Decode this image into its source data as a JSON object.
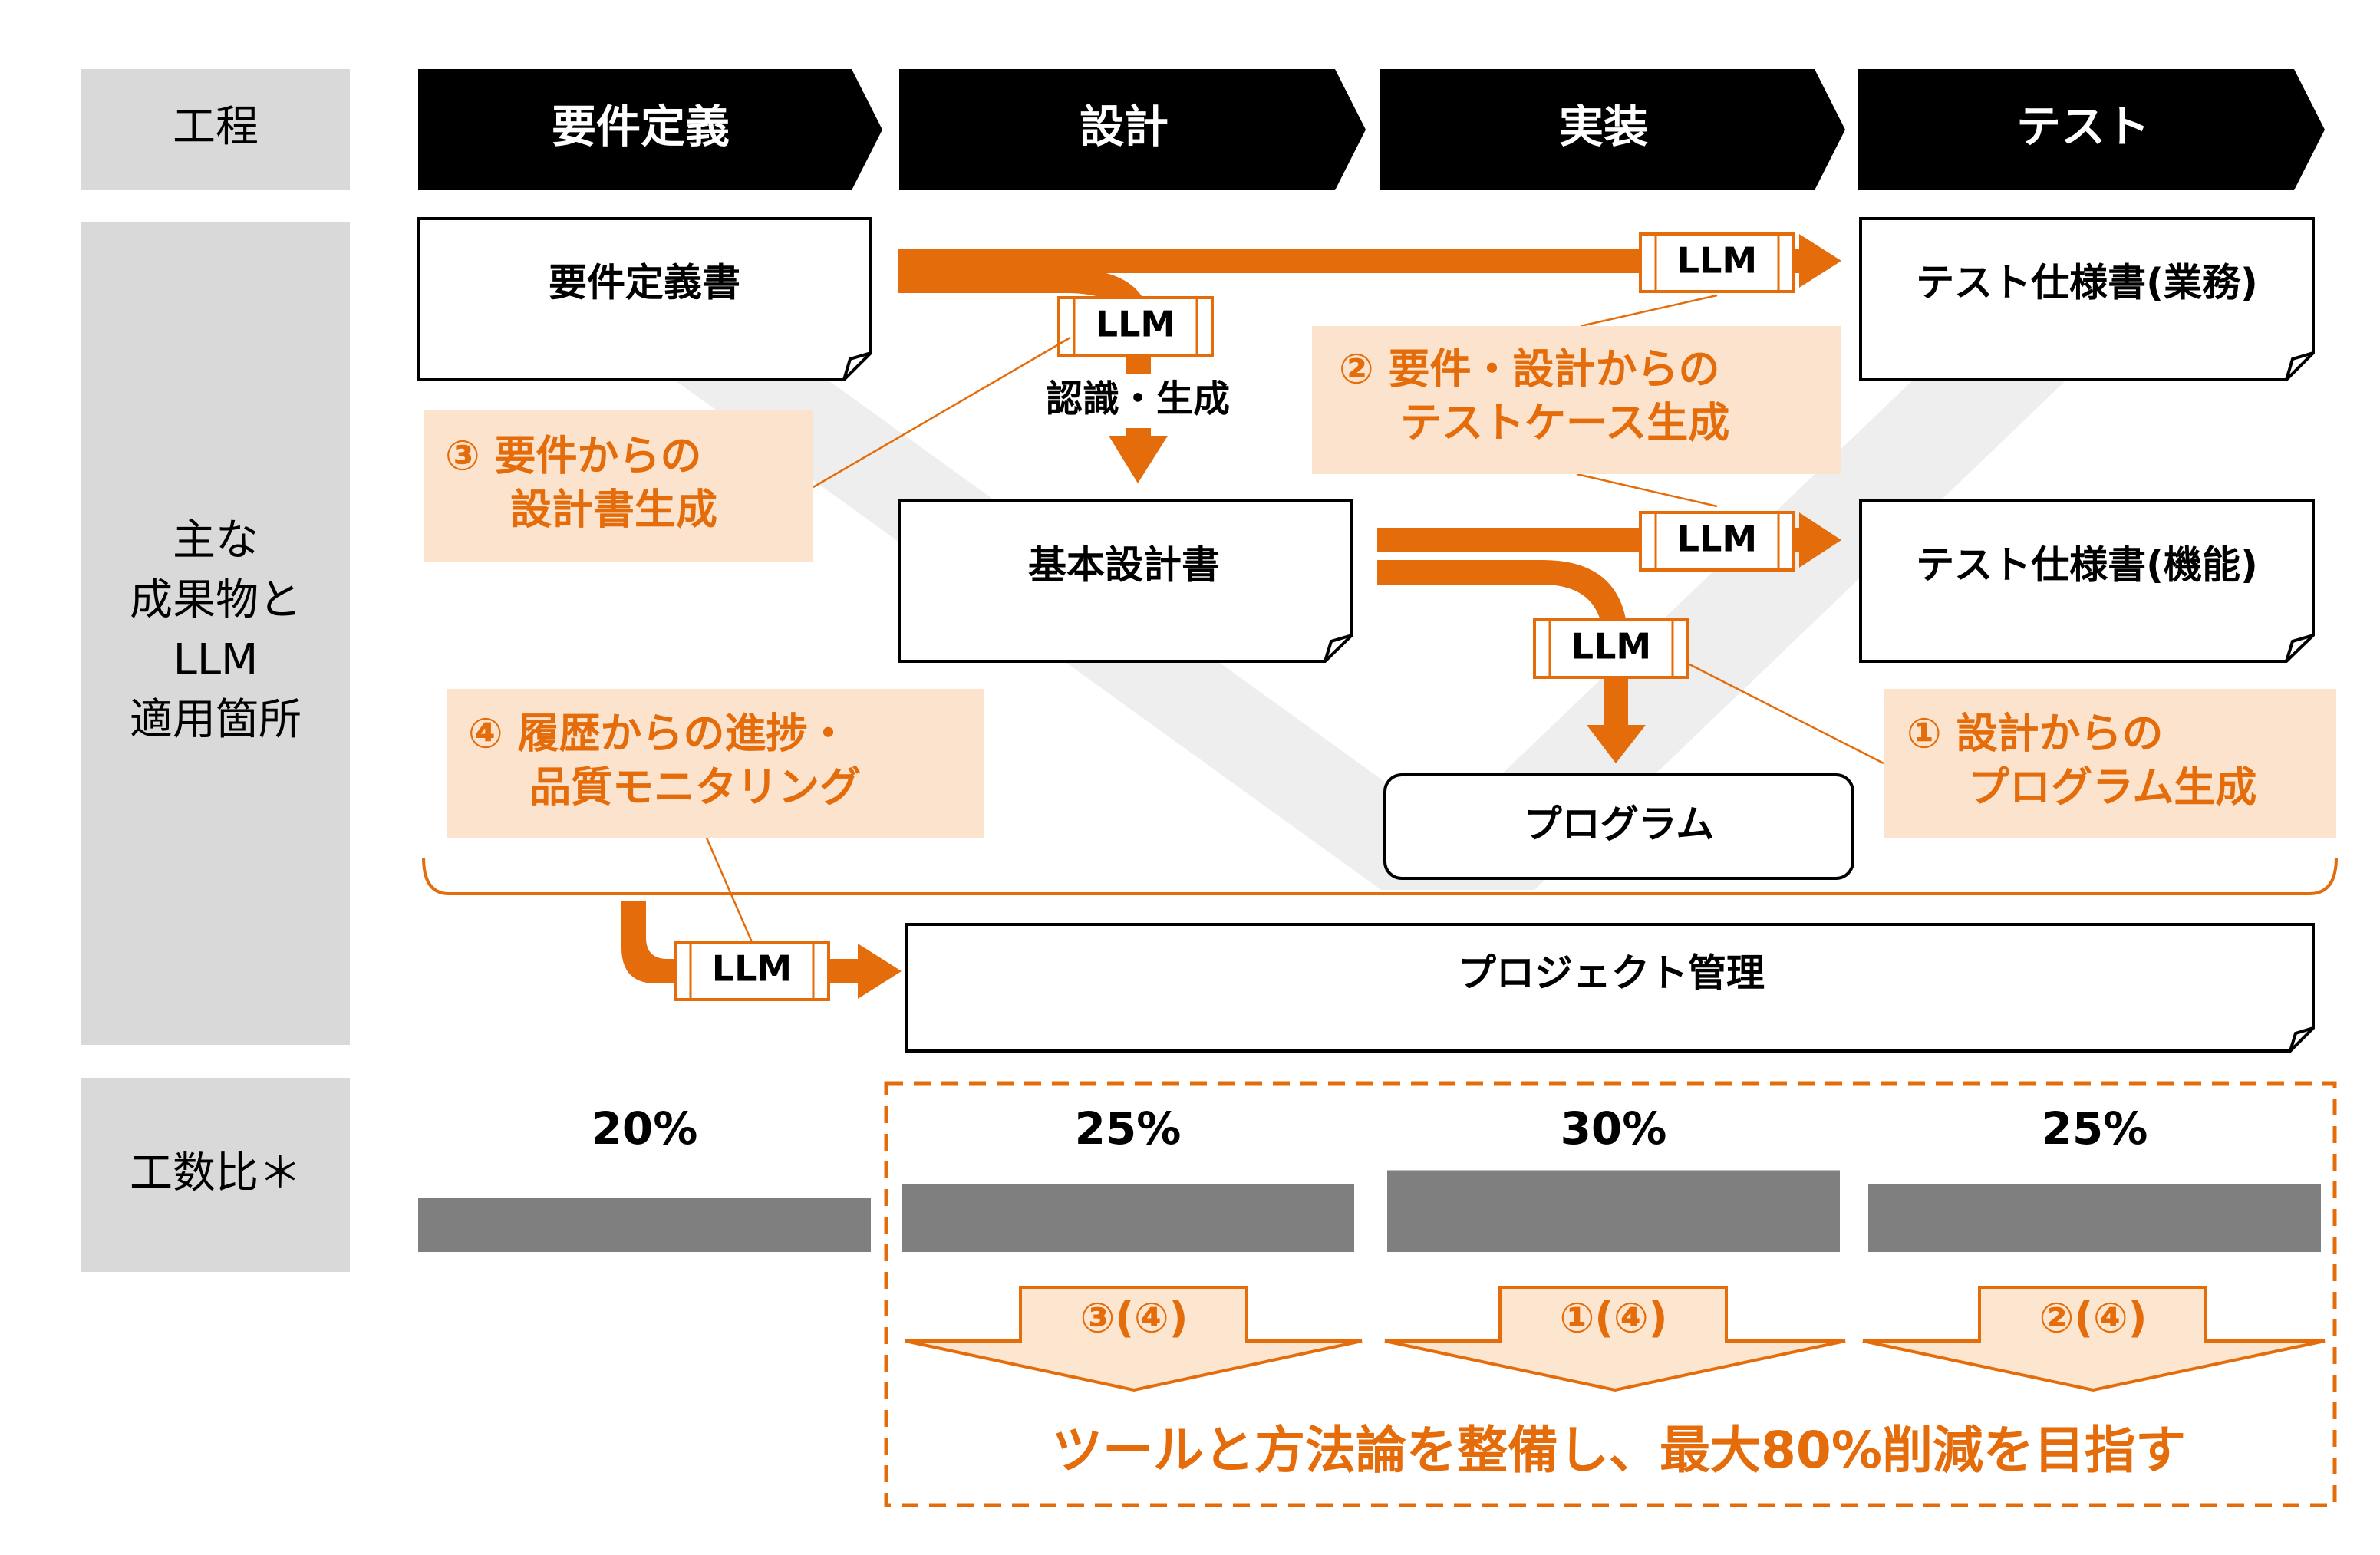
{
  "rows": {
    "process_label": "工程",
    "deliverables_label_lines": [
      "主な",
      "成果物と",
      "LLM",
      "適用箇所"
    ],
    "effort_label": "工数比＊"
  },
  "phases": [
    "要件定義",
    "設計",
    "実装",
    "テスト"
  ],
  "documents": {
    "requirements": "要件定義書",
    "basic_design": "基本設計書",
    "program": "プログラム",
    "test_spec_business": "テスト仕様書(業務)",
    "test_spec_function": "テスト仕様書(機能)",
    "project_management": "プロジェクト管理"
  },
  "llm_label": "LLM",
  "recognition_label": "認識・生成",
  "callouts": {
    "c1": [
      "① 設計からの",
      "プログラム生成"
    ],
    "c2": [
      "② 要件・設計からの",
      "テストケース生成"
    ],
    "c3": [
      "③ 要件からの",
      "設計書生成"
    ],
    "c4": [
      "④ 履歴からの進捗・",
      "品質モニタリング"
    ]
  },
  "chart_data": {
    "type": "bar",
    "categories": [
      "要件定義",
      "設計",
      "実装",
      "テスト"
    ],
    "values": [
      20,
      25,
      30,
      25
    ],
    "value_labels": [
      "20%",
      "25%",
      "30%",
      "25%"
    ]
  },
  "reduction_arrows": [
    "③(④)",
    "①(④)",
    "②(④)"
  ],
  "goal_text": "ツールと方法論を整備し、最大80%削減を目指す",
  "colors": {
    "orange": "#e46c0a",
    "callout_fill": "#fbe3cd",
    "arrow_fill": "#fde6cf",
    "label_bg": "#d9d9d9",
    "bar_gray": "#7f7f7f",
    "phase_black": "#000000",
    "shadow_gray": "#eeeeee"
  }
}
